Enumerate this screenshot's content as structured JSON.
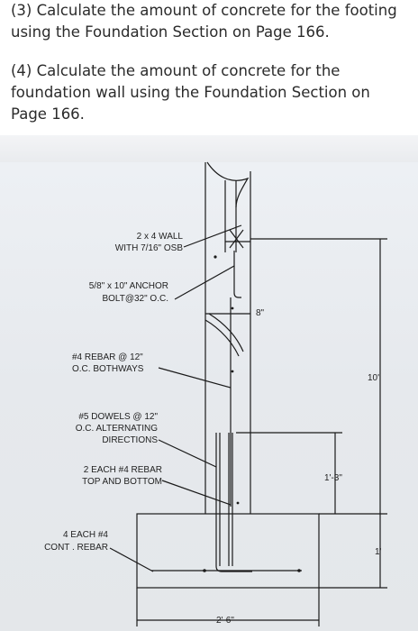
{
  "questions": {
    "q3": "(3)  Calculate the amount of concrete for the footing using the Foundation Section on Page 166.",
    "q4": "(4)  Calculate the amount of concrete for the foundation wall using the Foundation Section on Page 166."
  },
  "drawing": {
    "labels": {
      "wall_line1": "2 x 4 WALL",
      "wall_line2": "WITH 7/16\" OSB",
      "bolt_line1": "5/8\" x 10\" ANCHOR",
      "bolt_line2": "BOLT@32\" O.C.",
      "rebar_line1": "#4 REBAR @ 12\"",
      "rebar_line2": "O.C. BOTHWAYS",
      "dowels_line1": "#5 DOWELS @ 12\"",
      "dowels_line2": "O.C. ALTERNATING",
      "dowels_line3": "DIRECTIONS",
      "each_line1": "2 EACH #4 REBAR",
      "each_line2": "TOP AND BOTTOM",
      "cont_line1": "4 EACH #4",
      "cont_line2": "CONT . REBAR"
    },
    "dimensions": {
      "wall_thickness": "8\"",
      "wall_height": "10'",
      "exposure": "1'-3\"",
      "footing_depth": "1'",
      "footing_width": "2'-6\""
    }
  }
}
